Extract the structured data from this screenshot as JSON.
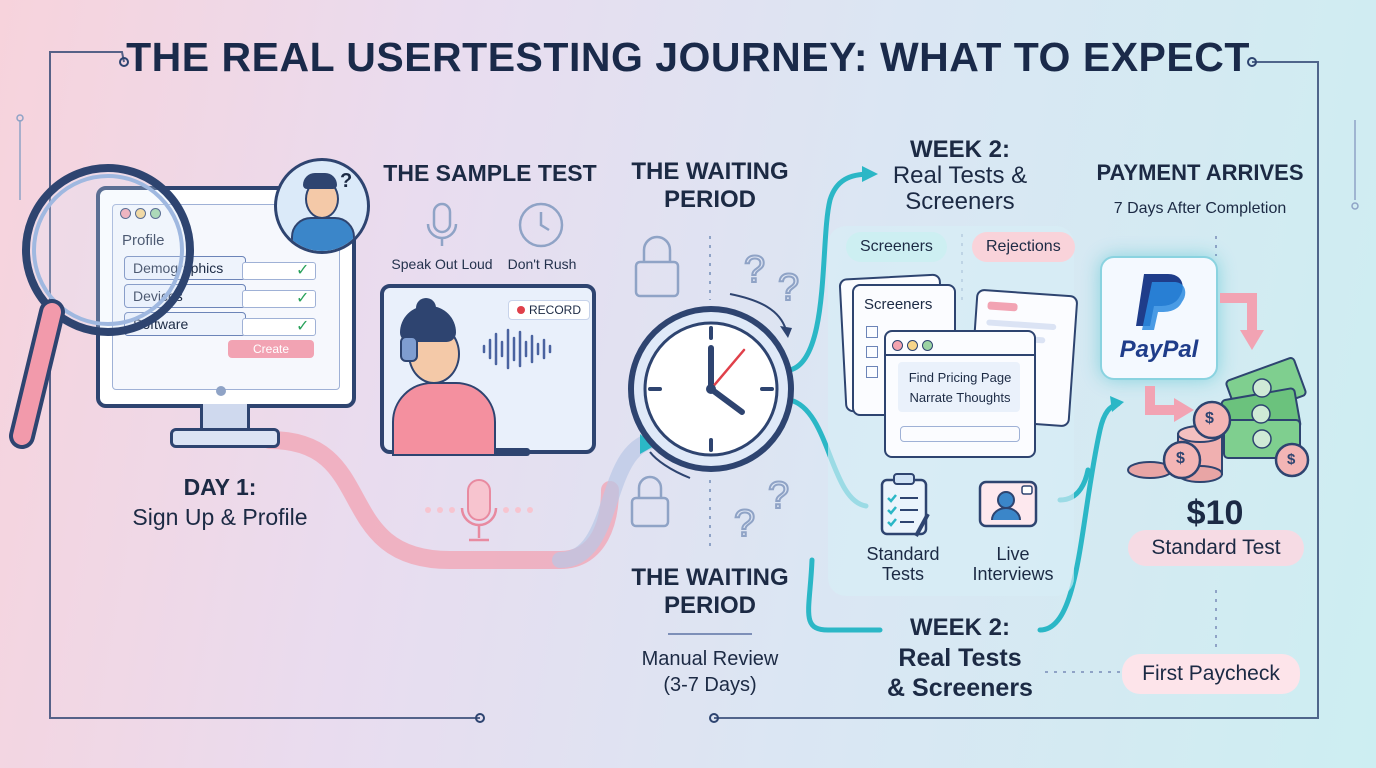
{
  "title": "THE REAL USERTESTING JOURNEY: WHAT TO EXPECT",
  "day1": {
    "heading": "DAY 1:",
    "subheading": "Sign Up & Profile",
    "profile_label": "Profile",
    "fields": [
      "Demographics",
      "Devices",
      "Software"
    ],
    "create_button": "Create",
    "thinking_glyph": "?"
  },
  "sample_test": {
    "heading": "THE SAMPLE TEST",
    "tips": [
      "Speak Out Loud",
      "Don't Rush"
    ],
    "record_label": "RECORD"
  },
  "waiting_top": {
    "heading_line1": "THE WAITING",
    "heading_line2": "PERIOD"
  },
  "waiting_bottom": {
    "heading_line1": "THE WAITING",
    "heading_line2": "PERIOD",
    "detail_line1": "Manual Review",
    "detail_line2": "(3-7 Days)"
  },
  "week2_top": {
    "heading_line1": "WEEK 2:",
    "heading_line2": "Real Tests &",
    "heading_line3": "Screeners",
    "tag_screeners": "Screeners",
    "tag_rejections": "Rejections",
    "card_title": "Screeners",
    "task_line1": "Find Pricing Page",
    "task_line2": "Narrate Thoughts",
    "standard_line1": "Standard",
    "standard_line2": "Tests",
    "live_line1": "Live",
    "live_line2": "Interviews"
  },
  "week2_bottom": {
    "heading_line1": "WEEK 2:",
    "heading_line2": "Real Tests",
    "heading_line3": "& Screeners"
  },
  "payment": {
    "heading": "PAYMENT ARRIVES",
    "subheading": "7 Days After Completion",
    "brand": "PayPal",
    "amount": "$10",
    "amount_label": "Standard Test",
    "first_paycheck": "First Paycheck",
    "coin_glyph": "$"
  },
  "colors": {
    "navy": "#1c2a44",
    "teal": "#2bb7c6",
    "pink": "#f2a3b3",
    "paypal_dark": "#1f3d8a",
    "paypal_light": "#2a8be0",
    "check_green": "#2aa25b",
    "record_red": "#e0404a"
  }
}
